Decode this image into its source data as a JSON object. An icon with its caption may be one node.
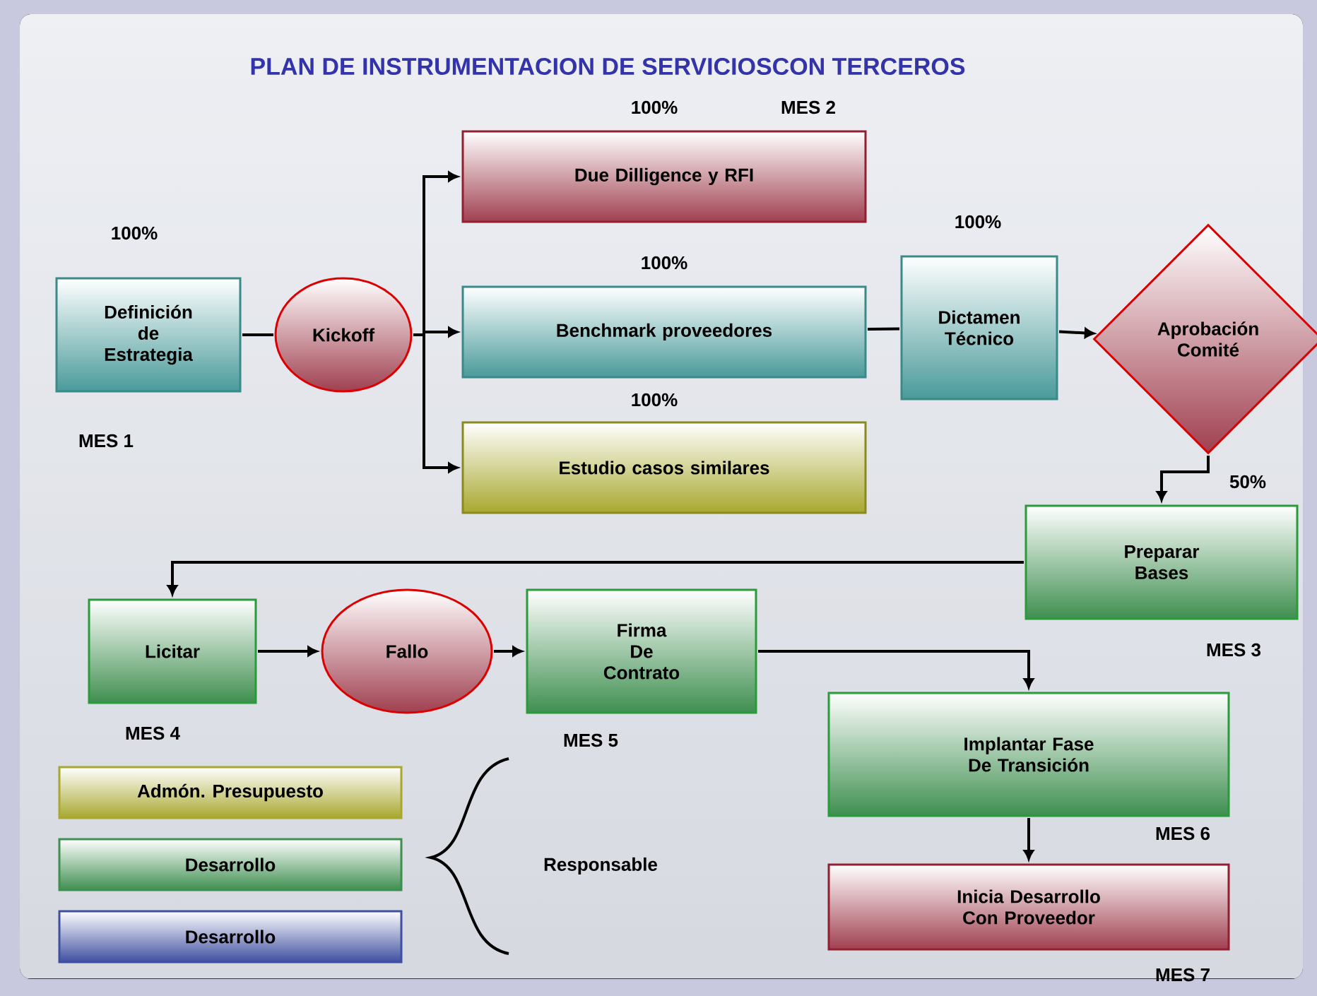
{
  "diagram": {
    "title": "PLAN DE INSTRUMENTACION DE SERVICIOSCON TERCEROS",
    "nodes": [
      {
        "text": [
          "Definición de Estrategia"
        ],
        "beside": [
          "100%",
          "MES 1"
        ]
      },
      {
        "text": [
          "Kickoff"
        ]
      },
      {
        "text": [
          "Due Dilligence y RFI"
        ],
        "beside": [
          "100%",
          "MES 2"
        ]
      },
      {
        "text": [
          "Benchmark proveedores"
        ],
        "beside": [
          "100%"
        ]
      },
      {
        "text": [
          "Estudio casos similares"
        ],
        "beside": [
          "100%"
        ]
      },
      {
        "text": [
          "Dictamen Técnico"
        ],
        "beside": [
          "100%"
        ]
      },
      {
        "text": [
          "Aprobación Comité"
        ]
      },
      {
        "text": [
          "Preparar Bases"
        ],
        "beside": [
          "MES 3"
        ]
      },
      {
        "text": [
          "Licitar"
        ],
        "beside": [
          "MES 4"
        ]
      },
      {
        "text": [
          "Fallo"
        ]
      },
      {
        "text": [
          "Firma De Contrato"
        ],
        "beside": [
          "MES 5"
        ]
      },
      {
        "text": [
          "Implantar Fase De Transición"
        ],
        "beside": [
          "MES 6"
        ]
      },
      {
        "text": [
          "Inicia Desarrollo Con Proveedor"
        ],
        "beside": [
          "MES 7"
        ]
      }
    ],
    "edges": [
      {
        "from": 0,
        "to": 1,
        "arrow": "none"
      },
      {
        "from": 1,
        "to": 2,
        "arrow": "to"
      },
      {
        "from": 1,
        "to": 3,
        "arrow": "to"
      },
      {
        "from": 1,
        "to": 4,
        "arrow": "to"
      },
      {
        "from": 3,
        "to": 5,
        "arrow": "none"
      },
      {
        "from": 5,
        "to": 6,
        "arrow": "to"
      },
      {
        "from": 6,
        "to": 7,
        "arrow": "to",
        "label": "50%"
      },
      {
        "from": 7,
        "to": 8,
        "arrow": "to"
      },
      {
        "from": 8,
        "to": 9,
        "arrow": "to"
      },
      {
        "from": 9,
        "to": 10,
        "arrow": "to"
      },
      {
        "from": 10,
        "to": 11,
        "arrow": "to"
      },
      {
        "from": 11,
        "to": 12,
        "arrow": "to"
      }
    ],
    "labels": [
      "Responsable"
    ],
    "legend": [
      {
        "text": "Admón. Presupuesto",
        "color": "#a8a830"
      },
      {
        "text": "Desarrollo",
        "color": "#3f8f50"
      },
      {
        "text": "Desarrollo",
        "color": "#4050a0"
      }
    ]
  }
}
